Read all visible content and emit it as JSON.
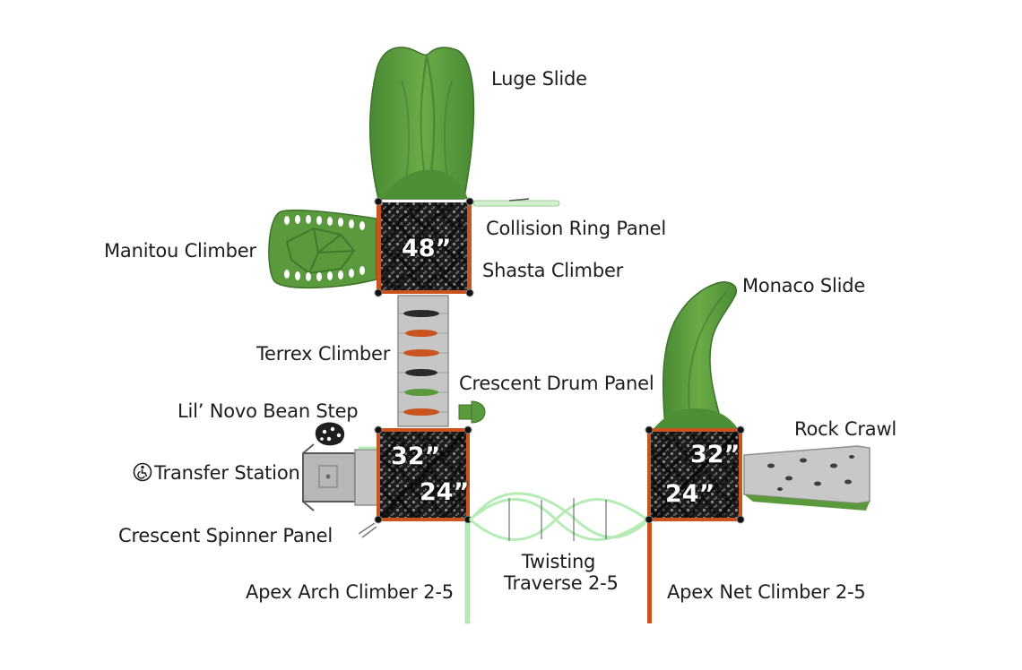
{
  "labels": {
    "luge_slide": "Luge Slide",
    "collision_ring_panel": "Collision Ring Panel",
    "manitou_climber": "Manitou Climber",
    "shasta_climber": "Shasta Climber",
    "monaco_slide": "Monaco Slide",
    "terrex_climber": "Terrex Climber",
    "crescent_drum_panel": "Crescent Drum Panel",
    "lil_novo_bean_step": "Lil’ Novo Bean Step",
    "rock_crawl": "Rock Crawl",
    "transfer_station": "Transfer Station",
    "crescent_spinner_panel": "Crescent Spinner Panel",
    "twisting_traverse_line1": "Twisting",
    "twisting_traverse_line2": "Traverse 2-5",
    "apex_arch_climber": "Apex Arch Climber 2-5",
    "apex_net_climber": "Apex Net Climber 2-5"
  },
  "decks": {
    "top_height": "48”",
    "left_high": "32”",
    "left_low": "24”",
    "right_high": "32”",
    "right_low": "24”"
  },
  "icons": {
    "transfer_station": "accessibility-icon"
  },
  "colors": {
    "slide_green": "#5a9a3c",
    "panel_orange": "#c9541f",
    "deck_black": "#1a1a1a",
    "traverse_light_green": "#b4ecb4",
    "concrete_gray": "#bdbdbd"
  }
}
